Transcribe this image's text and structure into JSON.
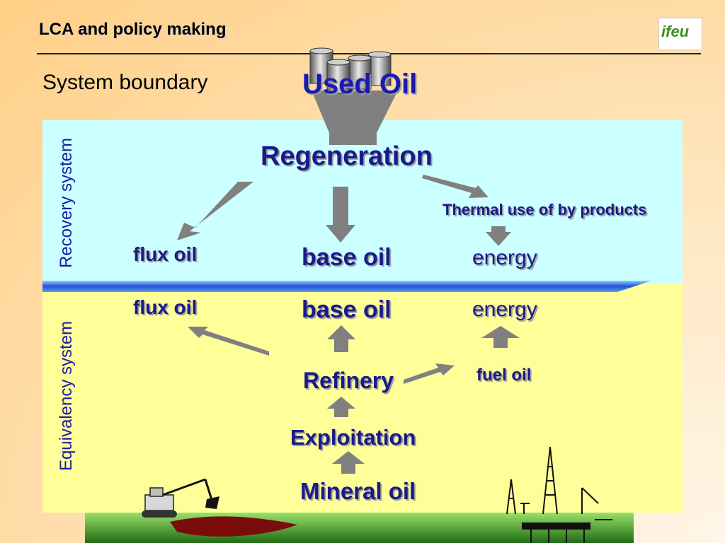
{
  "header": {
    "title": "LCA and policy making",
    "logo_text": "ifeu"
  },
  "subtitle": "System boundary",
  "zones": {
    "recovery": "Recovery system",
    "equivalency": "Equivalency system"
  },
  "nodes": {
    "used_oil": "Used Oil",
    "regeneration": "Regeneration",
    "thermal_use": "Thermal use of by products",
    "flux_oil_recovery": "flux oil",
    "base_oil_recovery": "base oil",
    "energy_recovery": "energy",
    "flux_oil_equiv": "flux oil",
    "base_oil_equiv": "base oil",
    "energy_equiv": "energy",
    "refinery": "Refinery",
    "fuel_oil": "fuel oil",
    "exploitation": "Exploitation",
    "mineral_oil": "Mineral oil"
  },
  "colors": {
    "label": "#1a1a8a",
    "recovery_bg": "#ccffff",
    "equivalency_bg": "#ffff99",
    "arrow": "#808080",
    "zone_label": "#1a1aa8"
  }
}
